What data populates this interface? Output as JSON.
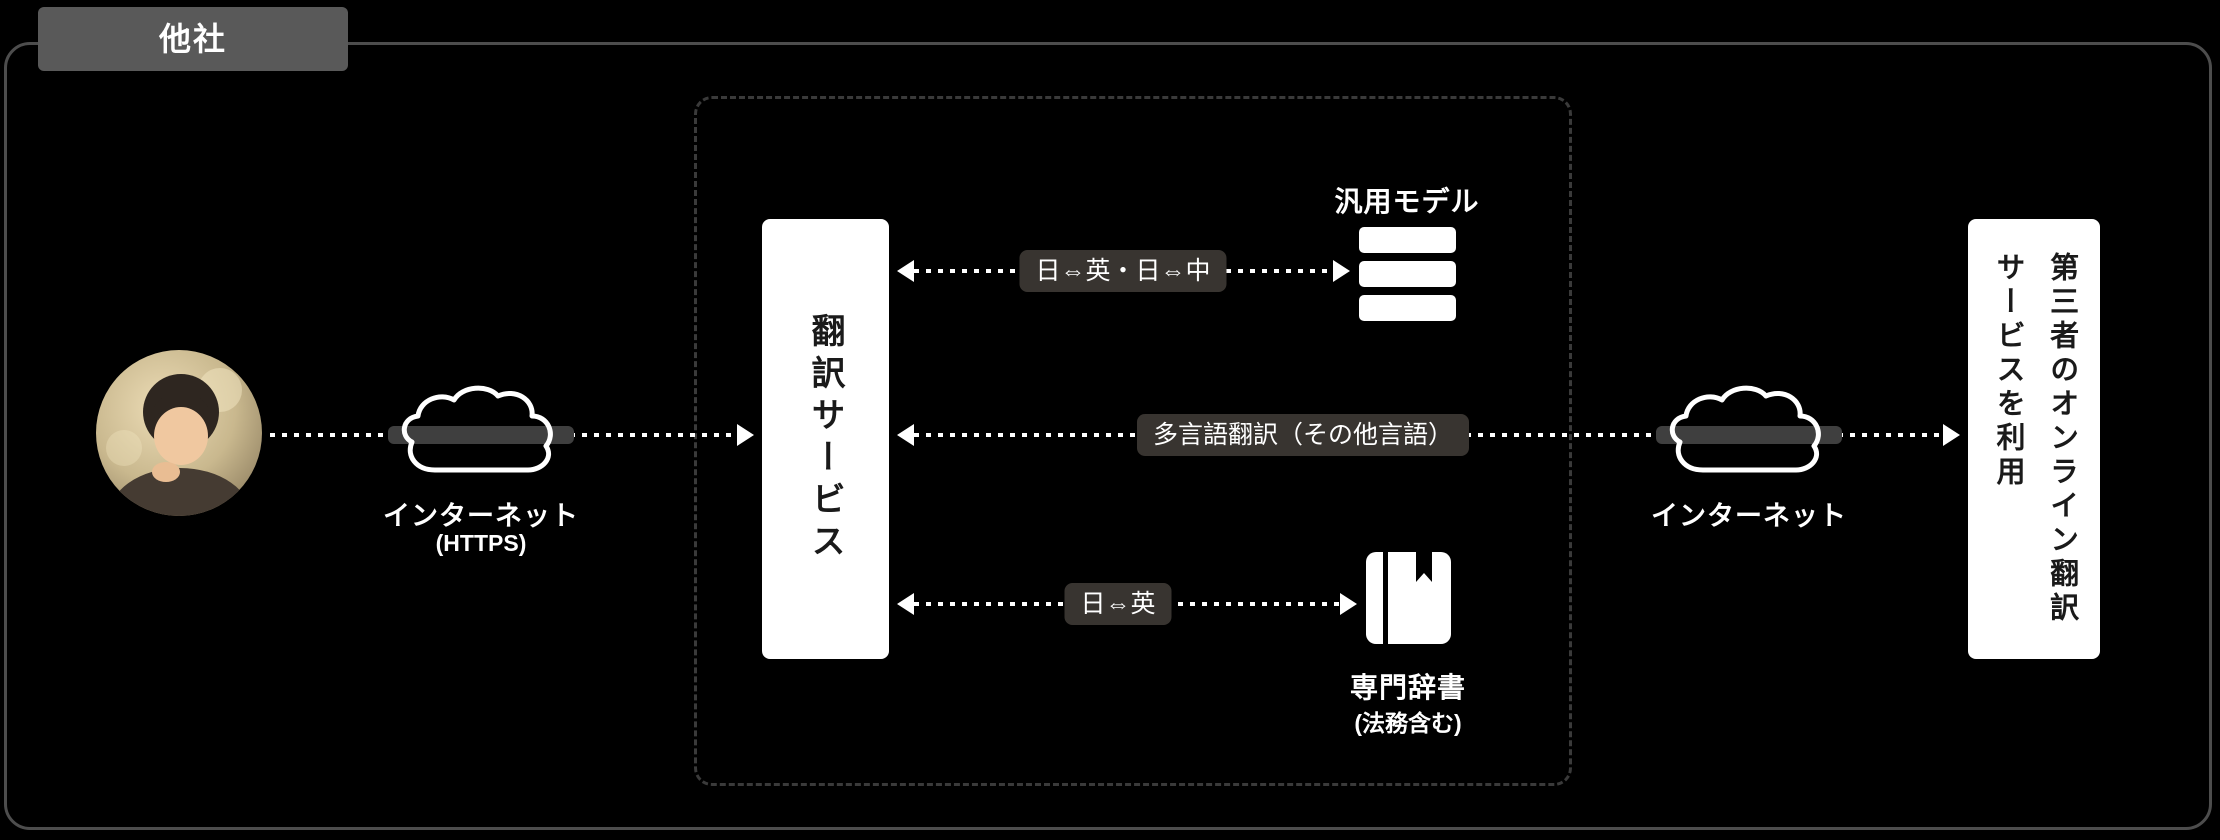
{
  "frame": {
    "tab_label": "他社"
  },
  "colors": {
    "background": "#000000",
    "frame_border": "#4d4d4d",
    "tab_bg": "#595959",
    "node_bg": "#ffffff",
    "badge_bg": "#383430",
    "line": "#ffffff",
    "cloud_band": "#3f3f3f"
  },
  "nodes": {
    "user": {
      "name": "user-photo"
    },
    "internet_left": {
      "label": "インターネット",
      "sublabel": "(HTTPS)"
    },
    "translation_service": {
      "label": "翻訳サービス"
    },
    "general_model": {
      "label": "汎用モデル"
    },
    "dictionary": {
      "label": "専門辞書",
      "sublabel": "(法務含む)"
    },
    "internet_right": {
      "label": "インターネット"
    },
    "third_party": {
      "label": "第三者のオンライン翻訳\nサービスを利用"
    }
  },
  "edges": {
    "model_link": {
      "label": "日⇔英・日⇔中"
    },
    "multilingual_link": {
      "label": "多言語翻訳（その他言語）"
    },
    "dictionary_link": {
      "label": "日⇔英"
    }
  }
}
